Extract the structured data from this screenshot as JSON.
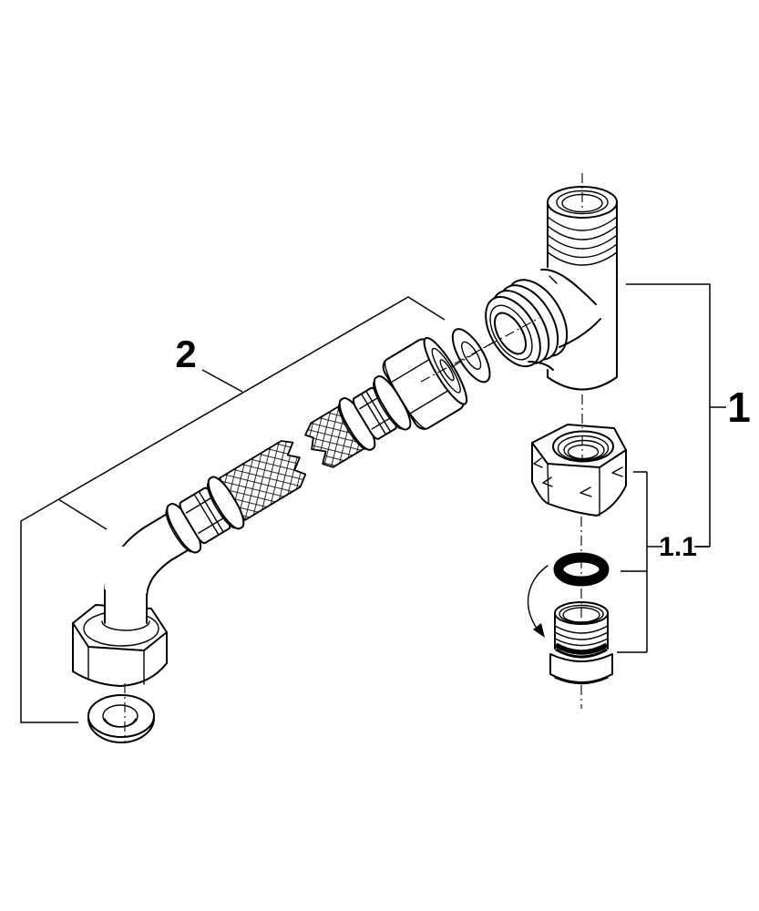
{
  "figure": {
    "type": "exploded-parts-line-drawing",
    "description_labels_only": true,
    "colors": {
      "background": "#ffffff",
      "line": "#000000"
    }
  },
  "labels": {
    "part1": "1",
    "part1_1": "1.1",
    "part2": "2"
  }
}
